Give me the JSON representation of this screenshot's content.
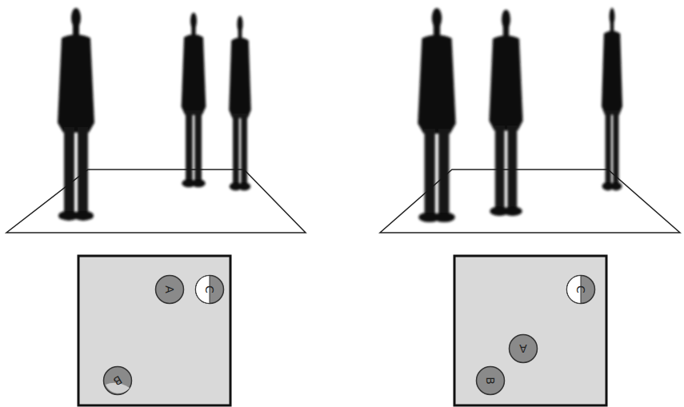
{
  "diagram": {
    "nodes": [
      {
        "text": [
          "A"
        ]
      },
      {
        "text": [
          "C"
        ]
      },
      {
        "text": [
          "B"
        ]
      },
      {
        "text": [
          "C"
        ]
      },
      {
        "text": [
          "A"
        ]
      },
      {
        "text": [
          "B"
        ]
      }
    ]
  }
}
